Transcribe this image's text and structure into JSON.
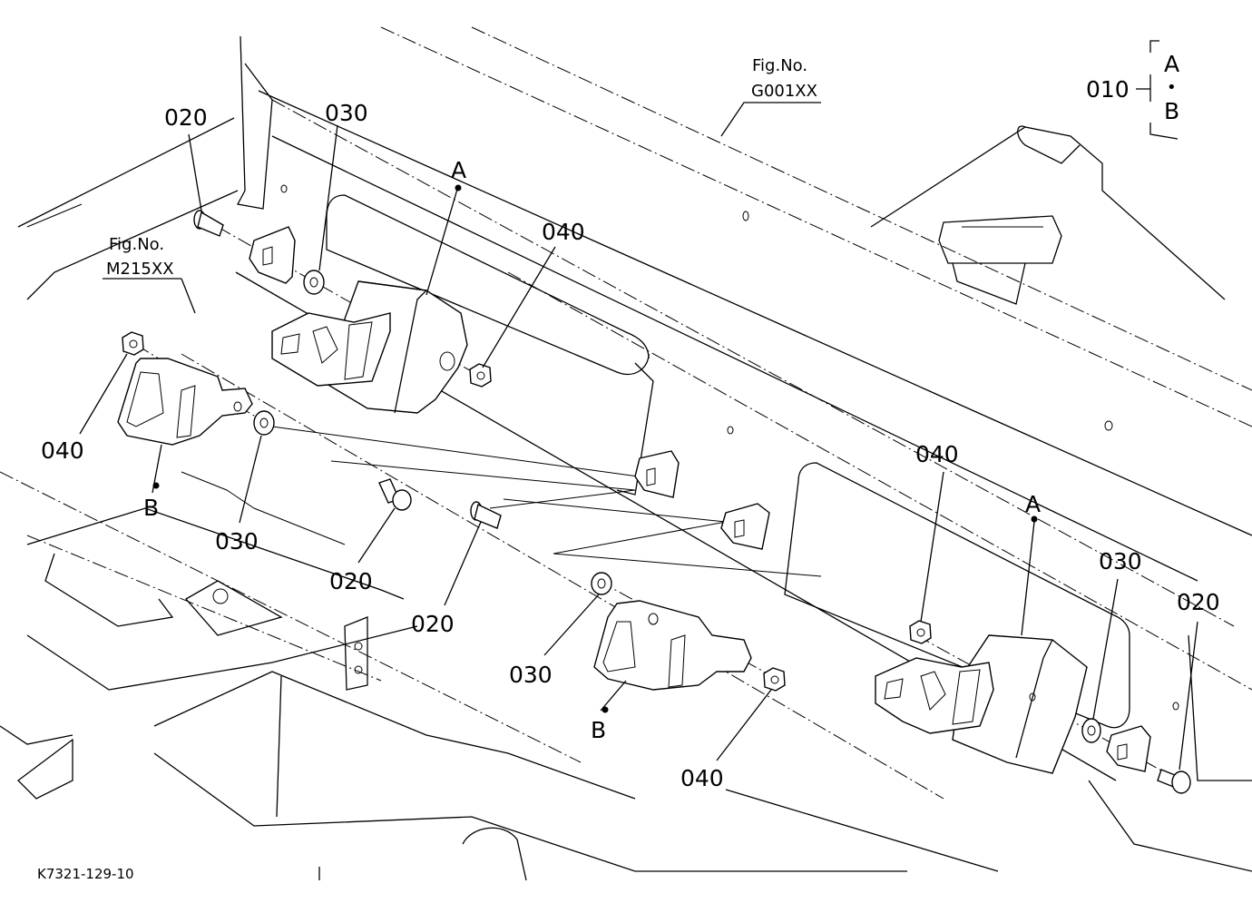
{
  "labels": {
    "p010": "010",
    "p020": "020",
    "p030": "030",
    "p040": "040",
    "a": "A",
    "b": "B",
    "bullet": "•"
  },
  "figures": {
    "label": "Fig.No.",
    "g001": "G001XX",
    "m215": "M215XX"
  },
  "drawing_code": "K7321-129-10"
}
